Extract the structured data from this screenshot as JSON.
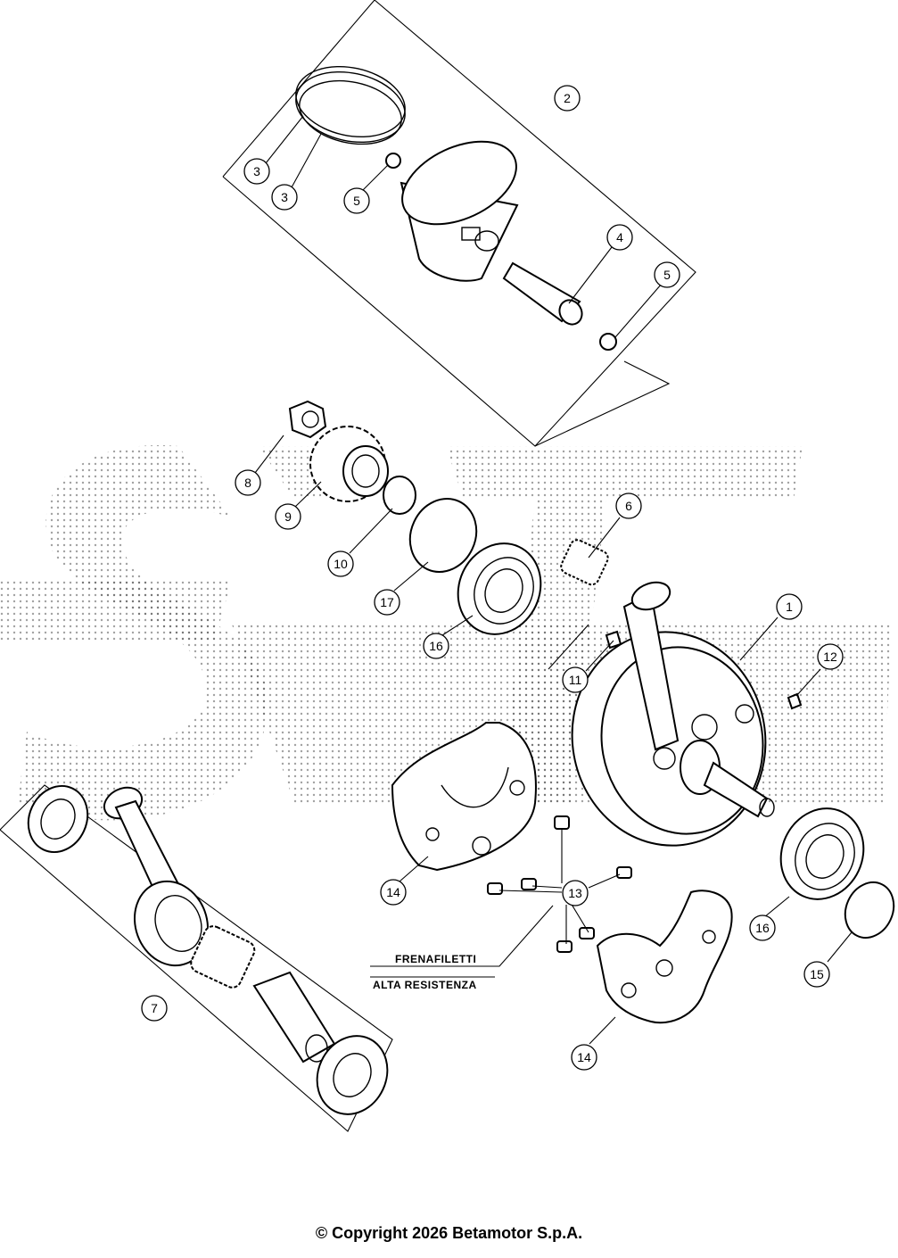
{
  "callouts": [
    {
      "label": "2"
    },
    {
      "label": "3"
    },
    {
      "label": "3"
    },
    {
      "label": "5"
    },
    {
      "label": "4"
    },
    {
      "label": "5"
    },
    {
      "label": "8"
    },
    {
      "label": "9"
    },
    {
      "label": "10"
    },
    {
      "label": "17"
    },
    {
      "label": "16"
    },
    {
      "label": "6"
    },
    {
      "label": "1"
    },
    {
      "label": "11"
    },
    {
      "label": "12"
    },
    {
      "label": "14"
    },
    {
      "label": "13"
    },
    {
      "label": "16"
    },
    {
      "label": "15"
    },
    {
      "label": "7"
    },
    {
      "label": "14"
    }
  ],
  "note": {
    "line1": "FRENAFILETTI",
    "line2": "ALTA RESISTENZA"
  },
  "watermark": "SOFT",
  "copyright": "© Copyright 2026 Betamotor S.p.A."
}
